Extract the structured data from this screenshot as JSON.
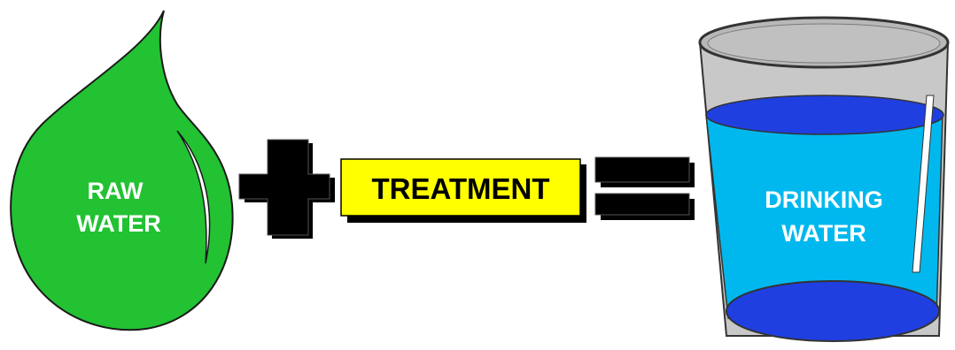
{
  "raw_water": {
    "line1": "RAW",
    "line2": "WATER",
    "fill_color": "#22c233",
    "highlight_color": "#ffffff"
  },
  "treatment": {
    "label": "TREATMENT",
    "box_color": "#ffff00"
  },
  "drinking_water": {
    "line1": "DRINKING",
    "line2": "WATER",
    "water_color": "#00b8ee",
    "surface_color": "#1f3fe0",
    "glass_color": "#c8c8c8"
  },
  "operators": {
    "plus_icon": "plus-sign",
    "equals_icon": "equals-sign",
    "color": "#000000"
  }
}
